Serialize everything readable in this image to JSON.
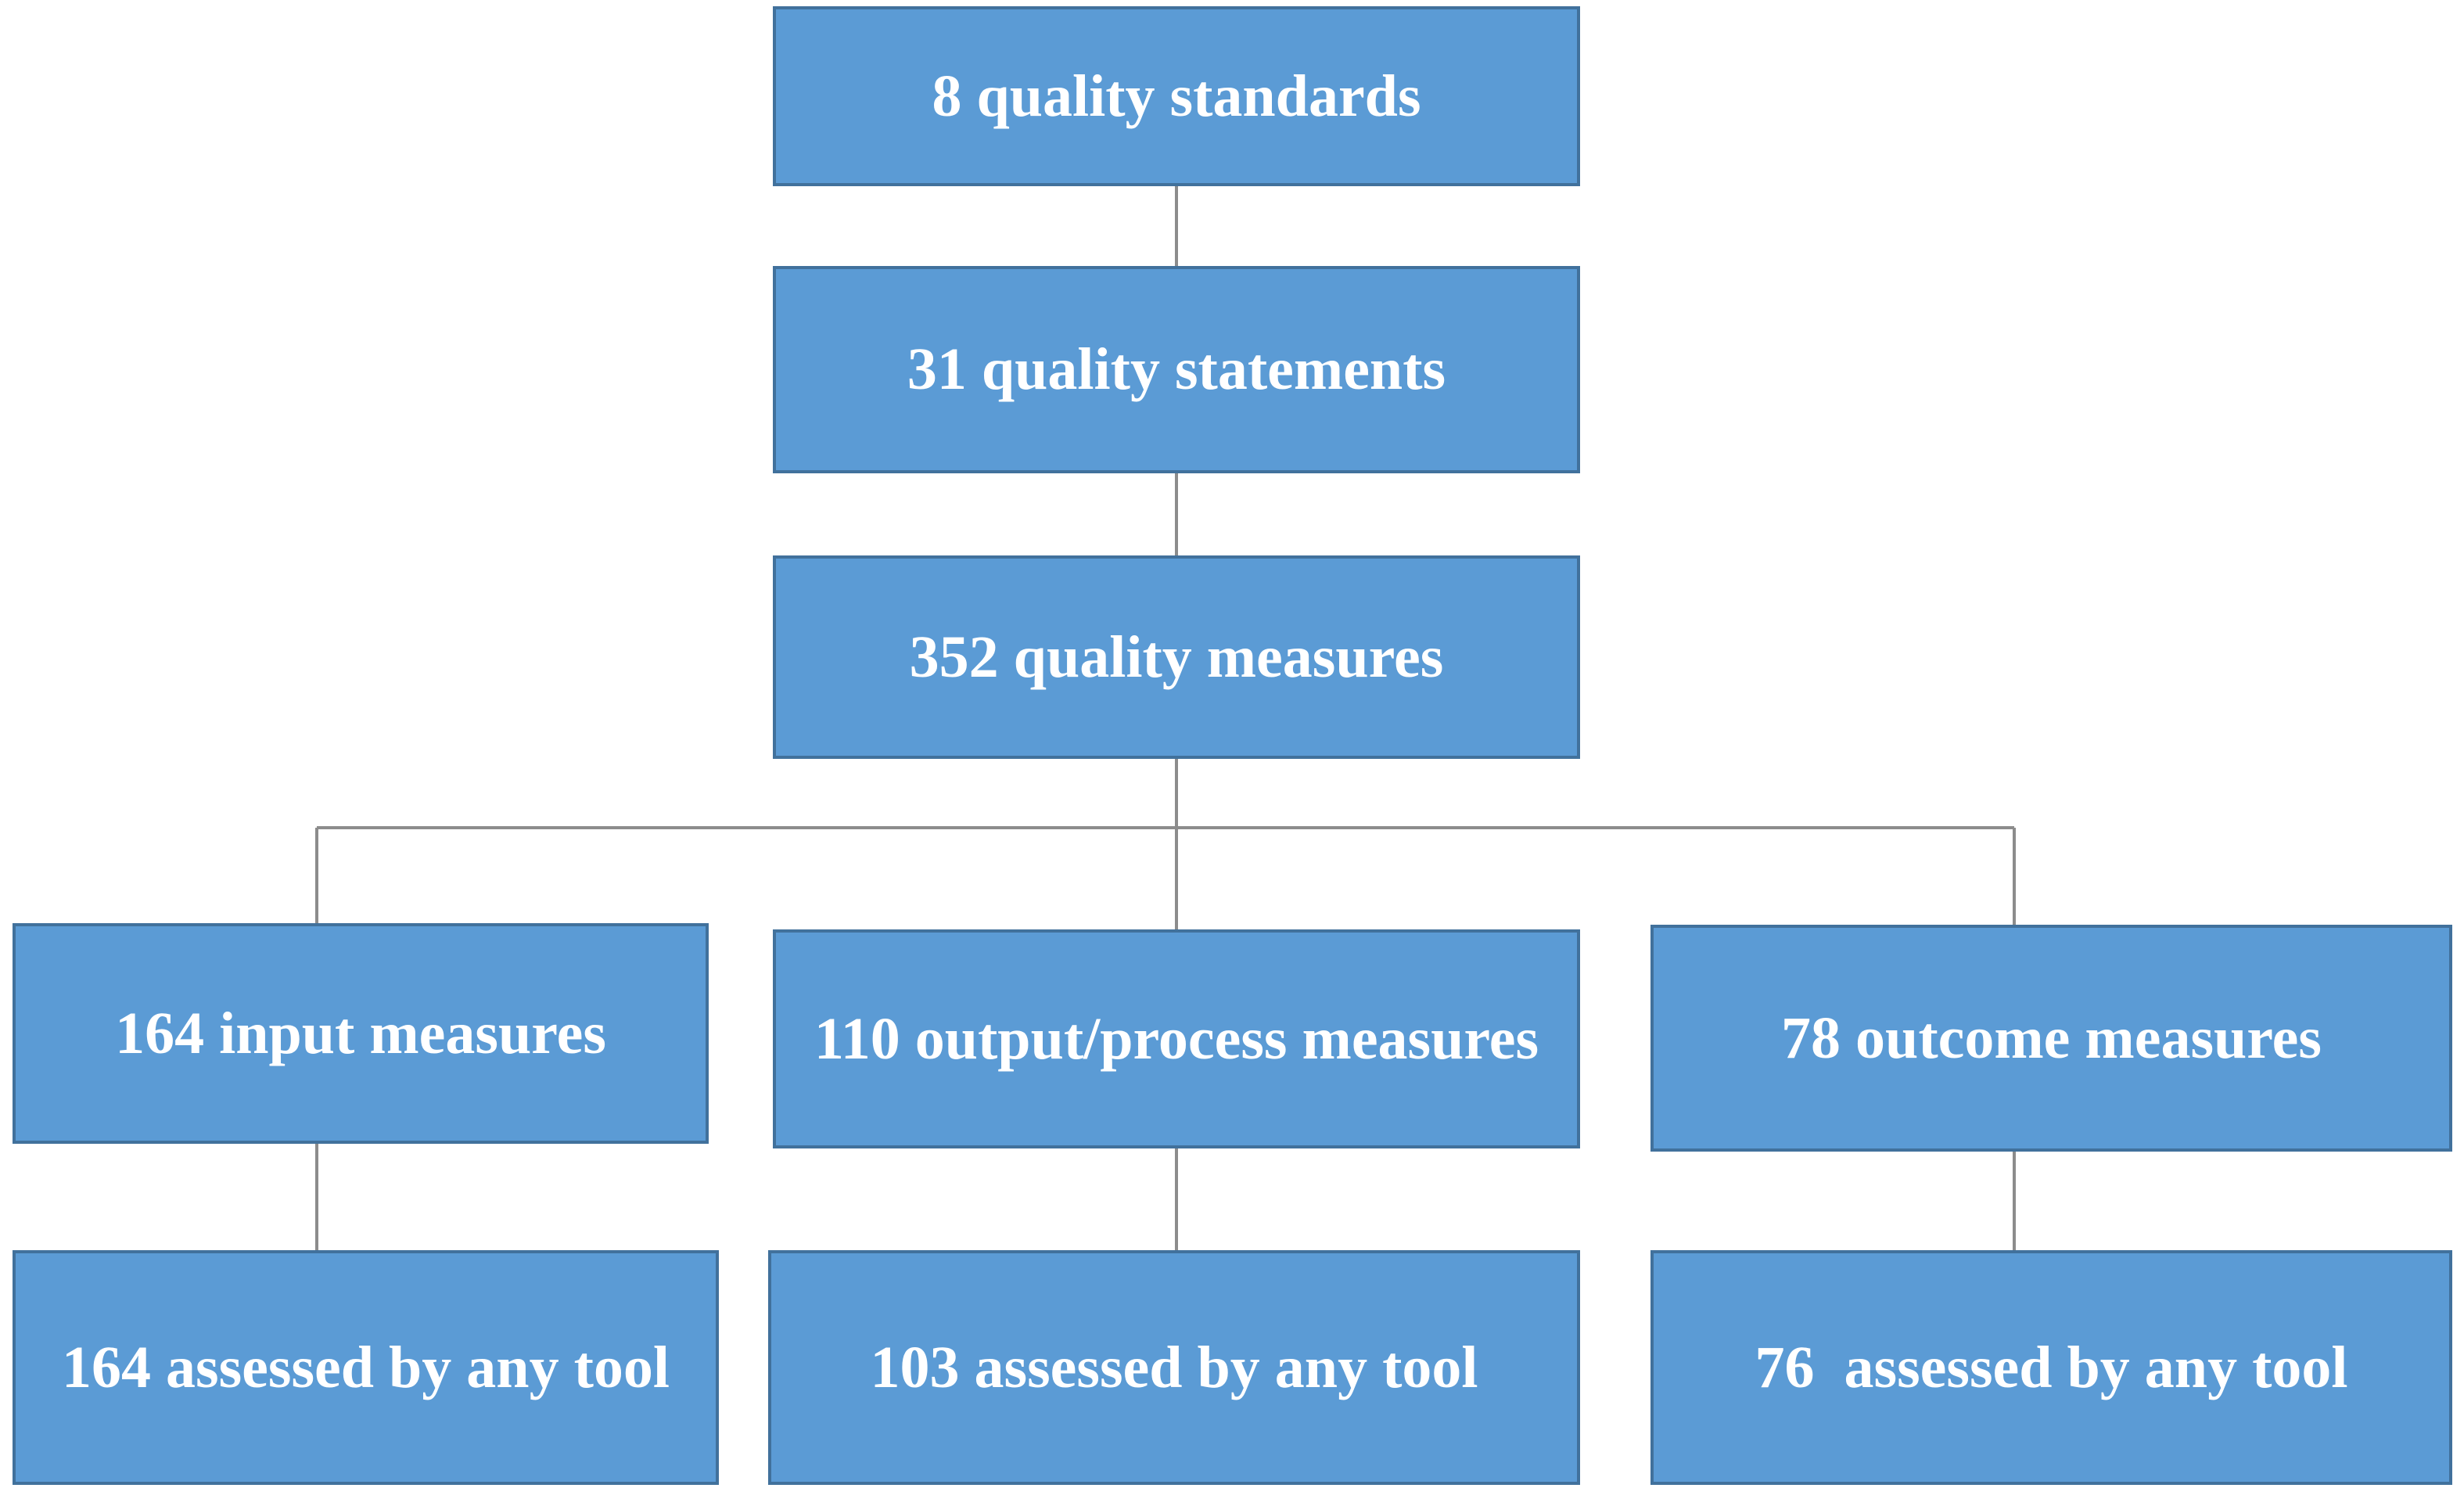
{
  "nodes": {
    "standards": "8 quality standards",
    "statements": "31 quality statements",
    "measures": "352 quality measures",
    "input": "164 input measures",
    "output": "110 output/process measures",
    "outcome": "78 outcome measures",
    "input_tool": "164 assessed by any tool",
    "output_tool": "103 assessed by any tool",
    "outcome_tool": "76  assessed by any tool"
  },
  "colors": {
    "box_fill": "#5b9bd5",
    "box_border": "#41719c",
    "connector": "#7f7f7f",
    "text": "#ffffff"
  }
}
